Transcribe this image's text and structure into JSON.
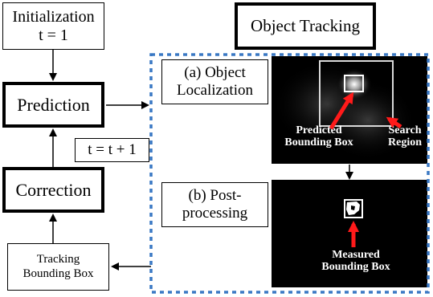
{
  "initialization": {
    "line1": "Initialization",
    "line2": "t = 1"
  },
  "prediction": "Prediction",
  "correction": "Correction",
  "time_update": "t = t + 1",
  "tracking_bbox": {
    "line1": "Tracking",
    "line2": "Bounding Box"
  },
  "object_tracking": "Object Tracking",
  "localization": {
    "line1": "(a) Object",
    "line2": "Localization"
  },
  "post_processing": {
    "line1": "(b) Post-",
    "line2": "processing"
  },
  "predicted_bbox": {
    "line1": "Predicted",
    "line2": "Bounding Box"
  },
  "search_region": {
    "line1": "Search",
    "line2": "Region"
  },
  "measured_bbox": {
    "line1": "Measured",
    "line2": "Bounding Box"
  },
  "colors": {
    "dashed_border": "#3a78c4",
    "annotation_arrow": "#ff1a1a"
  }
}
